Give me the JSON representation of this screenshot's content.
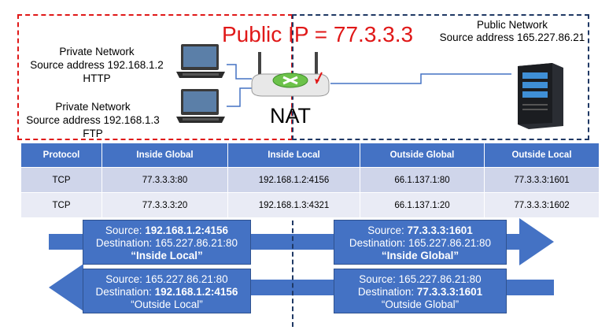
{
  "diagram": {
    "public_ip": "Public IP = 77.3.3.3",
    "nat_label": "NAT",
    "laptop1": {
      "line1": "Private Network",
      "line2": "Source address 192.168.1.2",
      "line3": "HTTP"
    },
    "laptop2": {
      "line1": "Private Network",
      "line2": "Source address 192.168.1.3",
      "line3": "FTP"
    },
    "public_network": {
      "line1": "Public Network",
      "line2": "Source address 165.227.86.21"
    }
  },
  "table": {
    "headers": [
      "Protocol",
      "Inside Global",
      "Inside Local",
      "Outside Global",
      "Outside Local"
    ],
    "rows": [
      [
        "TCP",
        "77.3.3.3:80",
        "192.168.1.2:4156",
        "66.1.137.1:80",
        "77.3.3.3:1601"
      ],
      [
        "TCP",
        "77.3.3.3:20",
        "192.168.1.3:4321",
        "66.1.137.1:20",
        "77.3.3.3:1602"
      ]
    ]
  },
  "flows": {
    "out_left": {
      "src_label": "Source: ",
      "src_value": "192.168.1.2:4156",
      "dst_label": "Destination: 165.227.86.21:80",
      "caption": "“Inside Local”"
    },
    "out_right": {
      "src_label": "Source: ",
      "src_value": "77.3.3.3:1601",
      "dst_label": "Destination: 165.227.86.21:80",
      "caption": "“Inside Global”"
    },
    "in_left": {
      "src_label": "Source: 165.227.86.21:80",
      "dst_label": "Destination: ",
      "dst_value": "192.168.1.2:4156",
      "caption": "“Outside Local”"
    },
    "in_right": {
      "src_label": "Source: 165.227.86.21:80",
      "dst_label": "Destination: ",
      "dst_value": "77.3.3.3:1601",
      "caption": "“Outside Global”"
    }
  },
  "colors": {
    "private_border": "#e01818",
    "public_border": "#1f3864",
    "accent": "#4472c4"
  }
}
